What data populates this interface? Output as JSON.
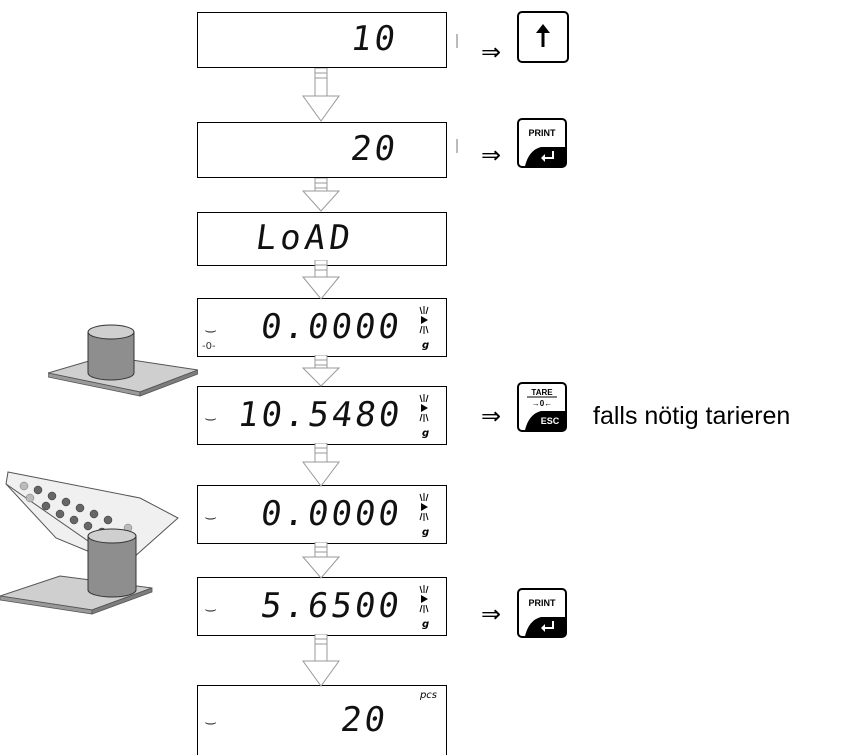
{
  "displays": [
    {
      "value": "10",
      "kind": "plain"
    },
    {
      "value": "20",
      "kind": "plain"
    },
    {
      "value": "LoAD",
      "kind": "load"
    },
    {
      "value": "0.0000",
      "kind": "weight",
      "unit": "g",
      "zero_indicator": "-0-"
    },
    {
      "value": "10.5480",
      "kind": "weight",
      "unit": "g"
    },
    {
      "value": "0.0000",
      "kind": "weight",
      "unit": "g"
    },
    {
      "value": "5.6500",
      "kind": "weight",
      "unit": "g"
    },
    {
      "value": "20",
      "kind": "pcs",
      "unit": "pcs"
    }
  ],
  "implies_symbol": "⇒",
  "keys": {
    "up": {
      "icon": "up-arrow-icon"
    },
    "print": {
      "label": "PRINT",
      "icon": "enter-icon"
    },
    "tare": {
      "label_top": "TARE",
      "label_mid": "→0←",
      "label_bottom": "ESC"
    }
  },
  "tare_note": "falls nötig tarieren"
}
